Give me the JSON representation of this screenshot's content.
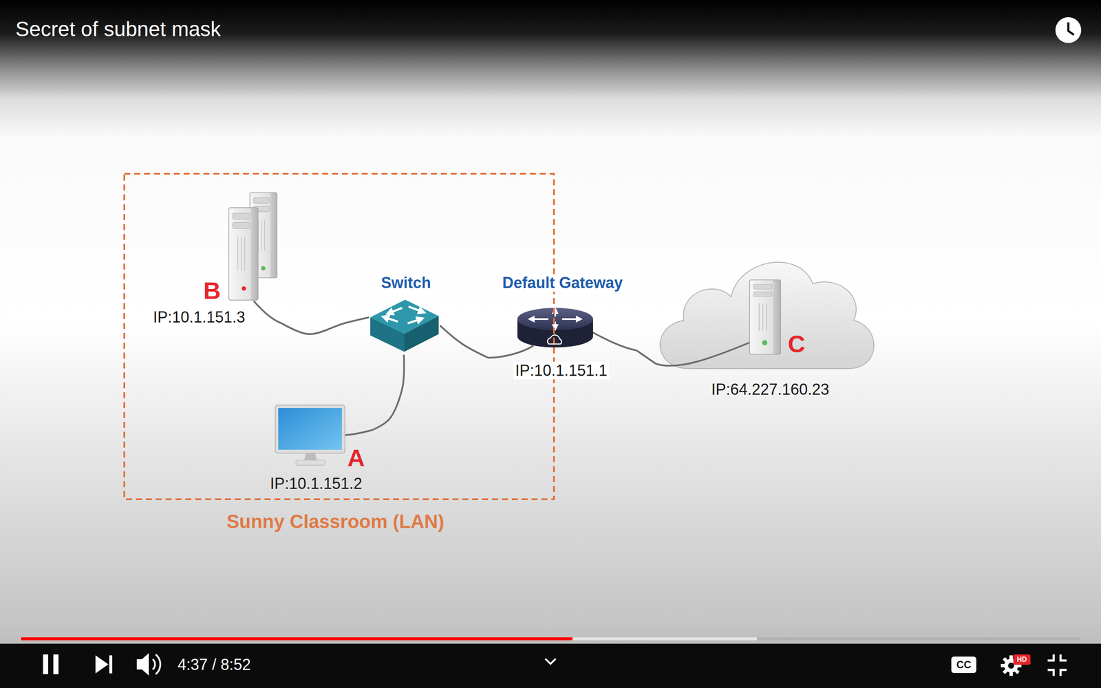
{
  "diagram": {
    "title": "Secret of subnet mask",
    "nodes": [
      {
        "text": [
          "Sunny Classroom (LAN)"
        ]
      },
      {
        "text": [
          "B",
          "IP:10.1.151.3"
        ],
        "in": 0
      },
      {
        "text": [
          "Switch"
        ],
        "in": 0
      },
      {
        "text": [
          "A",
          "IP:10.1.151.2"
        ],
        "in": 0
      },
      {
        "text": [
          "Default Gateway",
          "IP:10.1.151.1"
        ]
      },
      {
        "text": [
          "C",
          "IP:64.227.160.23"
        ]
      }
    ],
    "edges": [
      {
        "from": 1,
        "to": 2,
        "arrow": "none"
      },
      {
        "from": 2,
        "to": 3,
        "arrow": "none"
      },
      {
        "from": 2,
        "to": 4,
        "arrow": "none"
      },
      {
        "from": 4,
        "to": 5,
        "arrow": "none"
      }
    ],
    "labels": [
      "4:37 / 8:52",
      "CC",
      "HD"
    ]
  }
}
